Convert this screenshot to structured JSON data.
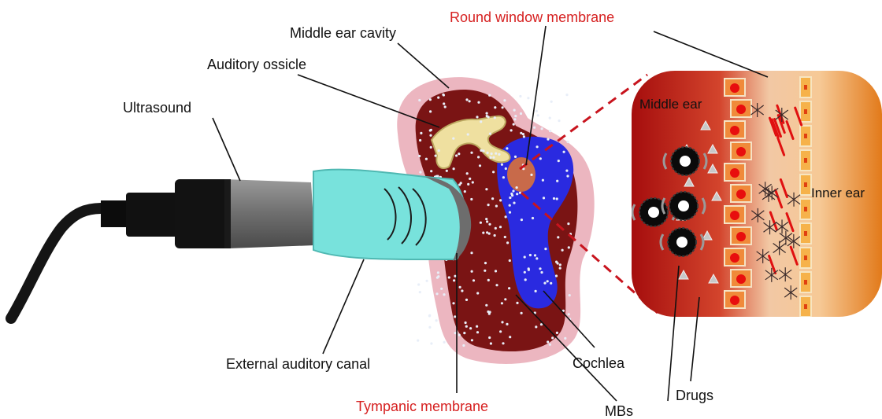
{
  "labels": {
    "middle_ear_cavity": "Middle ear cavity",
    "round_window_membrane": "Round window membrane",
    "auditory_ossicle": "Auditory ossicle",
    "ultrasound": "Ultrasound",
    "middle_ear": "Middle ear",
    "inner_ear": "Inner ear",
    "external_auditory_canal": "External auditory canal",
    "cochlea": "Cochlea",
    "drugs": "Drugs",
    "tympanic_membrane": "Tympanic membrane",
    "mbs": "MBs"
  },
  "colors": {
    "highlight_label": "#d62020",
    "normal_label": "#111111",
    "ear_tissue": "#7a1414",
    "ear_outline": "#e7a8b3",
    "cochlea": "#2a2ae0",
    "probe_tip": "#78e2dc",
    "inner_ear": "#e27a1a"
  }
}
